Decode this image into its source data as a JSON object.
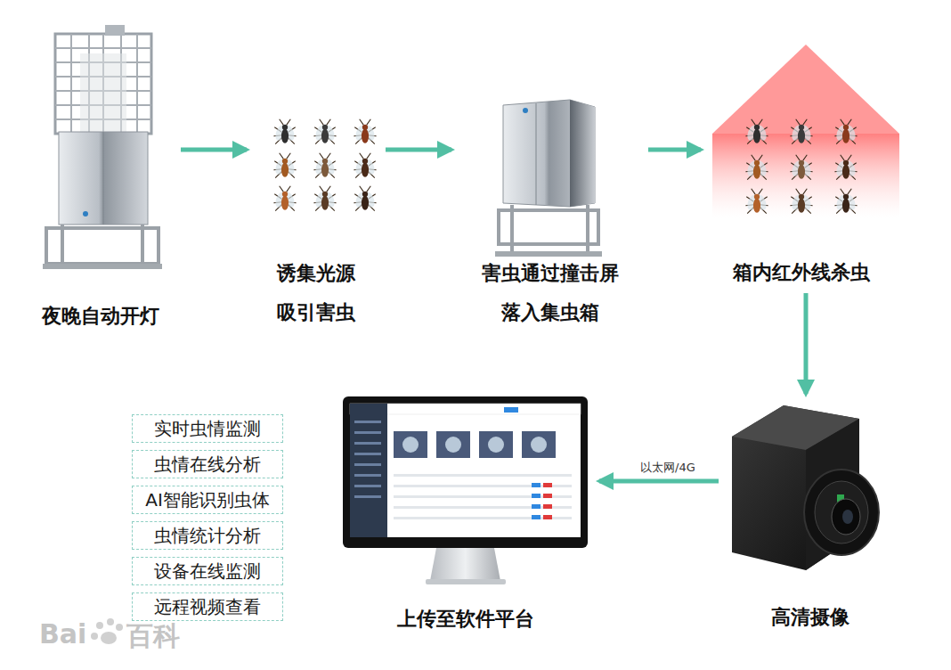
{
  "diagram": {
    "nodes": [
      {
        "text": [
          "夜晚自动开灯"
        ]
      },
      {
        "text": [
          "诱集光源 吸引害虫"
        ]
      },
      {
        "text": [
          "害虫通过撞击屏 落入集虫箱"
        ]
      },
      {
        "text": [
          "箱内红外线杀虫"
        ]
      },
      {
        "text": [
          "高清摄像"
        ]
      },
      {
        "text": [
          "上传至软件平台"
        ]
      },
      {
        "text": [
          "实时虫情监测"
        ]
      },
      {
        "text": [
          "虫情在线分析"
        ]
      },
      {
        "text": [
          "AI智能识别虫体"
        ]
      },
      {
        "text": [
          "虫情统计分析"
        ]
      },
      {
        "text": [
          "设备在线监测"
        ]
      },
      {
        "text": [
          "远程视频查看"
        ]
      }
    ],
    "edges": [
      {
        "from": 0,
        "to": 1,
        "arrow": "to"
      },
      {
        "from": 1,
        "to": 2,
        "arrow": "to"
      },
      {
        "from": 2,
        "to": 3,
        "arrow": "to"
      },
      {
        "from": 3,
        "to": 4,
        "arrow": "to"
      },
      {
        "from": 4,
        "to": 5,
        "arrow": "to",
        "label": "以太网/4G"
      }
    ],
    "labels": [
      "Bai",
      "百科"
    ]
  }
}
